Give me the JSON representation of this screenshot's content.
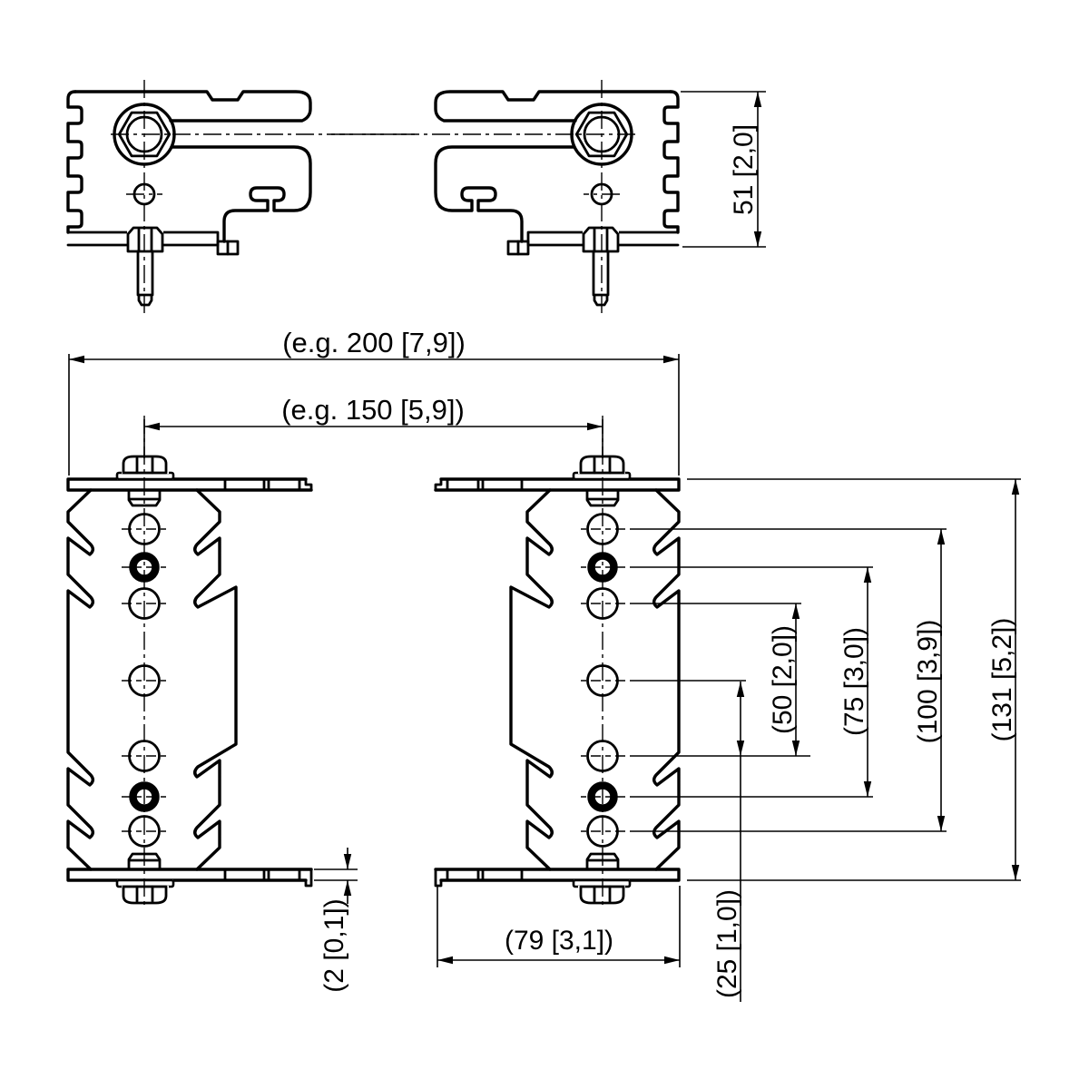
{
  "drawing": {
    "title": "bracket-technical-drawing",
    "background": "#ffffff",
    "line_color": "#000000",
    "views": {
      "top_left": "bracket-top-view-left",
      "top_right": "bracket-top-view-right-mirrored",
      "front_left": "bracket-front-view-left",
      "front_right": "bracket-front-view-right-mirrored"
    },
    "dimensions": {
      "height_51": "51 [2,0]",
      "width_200": "(e.g. 200 [7,9])",
      "width_150": "(e.g. 150 [5,9])",
      "spacing_50": "(50 [2,0])",
      "spacing_75": "(75 [3,0])",
      "spacing_100": "(100 [3,9])",
      "height_131": "(131 [5,2])",
      "spacing_25": "(25 [1,0])",
      "width_79": "(79 [3,1])",
      "thickness_2": "(2 [0,1])"
    }
  }
}
